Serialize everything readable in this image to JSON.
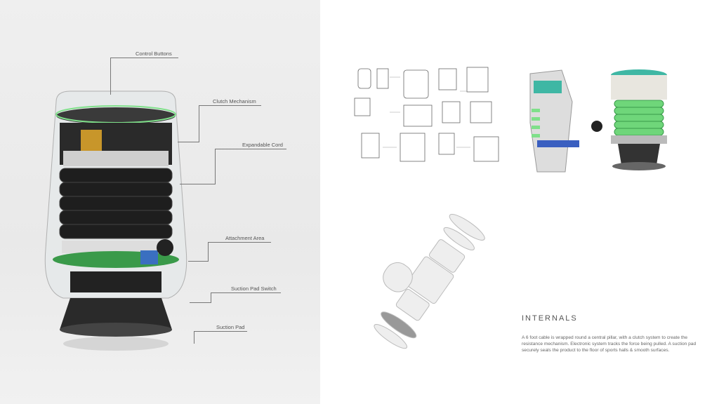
{
  "callouts": {
    "control_buttons": "Control Buttons",
    "clutch_mechanism": "Clutch Mechanism",
    "expandable_cord": "Expandable Cord",
    "attachment_area": "Attachment Area",
    "suction_pad_switch": "Suction Pad Switch",
    "suction_pad": "Suction Pad"
  },
  "section": {
    "title": "INTERNALS",
    "description": "A 6 foot cable is wrapped round a central pillar, with a clutch system to create the resistance mechanism. Electronic system tracks the force being pulled. A suction pad securely seals the product to the floor of sports halls & smooth surfaces."
  },
  "colors": {
    "accent_green": "#7fe08a",
    "board_green": "#3a9a4a",
    "text": "#555555"
  }
}
